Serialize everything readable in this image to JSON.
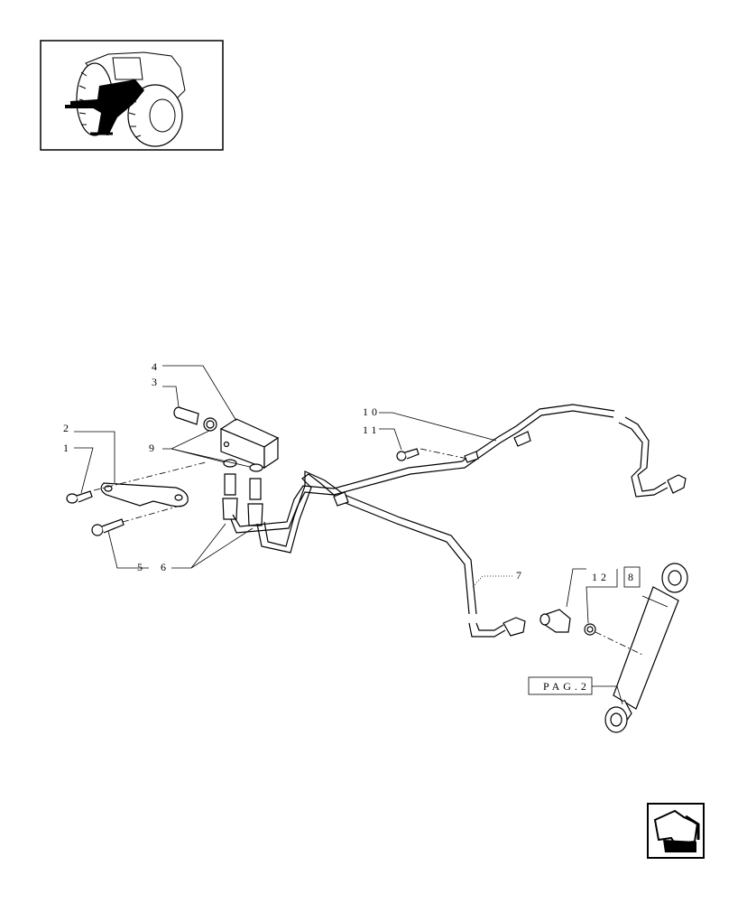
{
  "callouts": {
    "c1": "1",
    "c2": "2",
    "c3": "3",
    "c4": "4",
    "c5": "5",
    "c6": "6",
    "c7": "7",
    "c8": "8",
    "c9": "9",
    "c10": "10",
    "c11": "11",
    "c12": "12"
  },
  "page_ref": "PAG.2",
  "icons": {
    "thumbnail": "tractor-thumbnail-icon",
    "next": "next-page-arrow-icon"
  }
}
